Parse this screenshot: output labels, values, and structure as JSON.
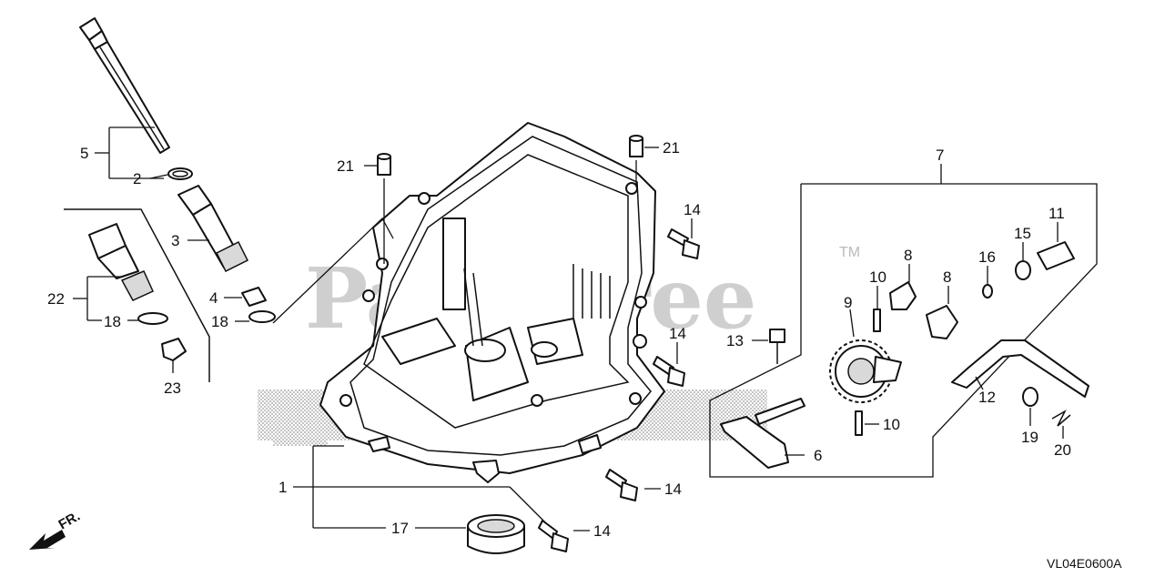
{
  "watermark": "PartsTree",
  "trademark": "TM",
  "direction_label": "FR.",
  "diagram_code": "VL04E0600A",
  "callouts": {
    "c1": "1",
    "c2": "2",
    "c3": "3",
    "c4": "4",
    "c5": "5",
    "c6": "6",
    "c7": "7",
    "c8a": "8",
    "c8b": "8",
    "c9": "9",
    "c10a": "10",
    "c10b": "10",
    "c11": "11",
    "c12": "12",
    "c13": "13",
    "c14a": "14",
    "c14b": "14",
    "c14c": "14",
    "c14d": "14",
    "c15": "15",
    "c16": "16",
    "c17": "17",
    "c18a": "18",
    "c18b": "18",
    "c19": "19",
    "c20": "20",
    "c21a": "21",
    "c21b": "21",
    "c22": "22",
    "c23": "23"
  }
}
